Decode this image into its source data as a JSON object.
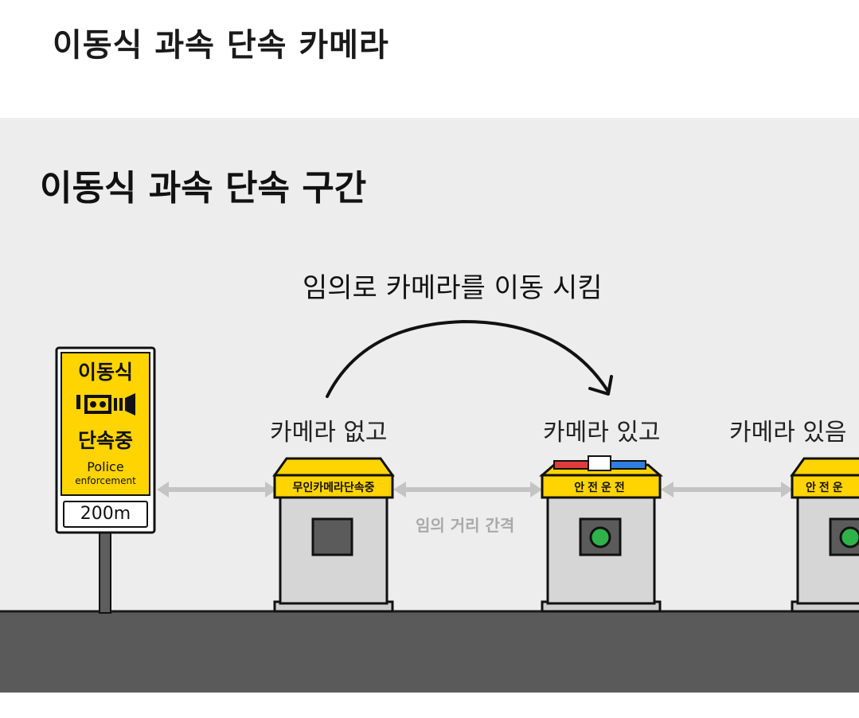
{
  "page": {
    "title": "이동식 과속 단속 카메라"
  },
  "diagram": {
    "title": "이동식 과속 단속 구간",
    "move_caption": "임의로 카메라를 이동 시킴",
    "labels": {
      "box1": "카메라 없고",
      "box2": "카메라 있고",
      "box3": "카메라 있음"
    },
    "gap_label": "임의 거리 간격",
    "sign": {
      "line1": "이동식",
      "line2": "단속중",
      "line3": "Police",
      "line4": "enforcement",
      "distance": "200m"
    },
    "box1_band": "무인카메라단속중",
    "box2_band": "안전운전",
    "box3_band": "안전운",
    "colors": {
      "panel": "#ededed",
      "road": "#5a5a5a",
      "yellow": "#ffd400",
      "box_gray": "#d6d6d6",
      "arrow_gray": "#c4c4c4",
      "lamp_red": "#e23b3b",
      "lamp_blue": "#2f7fe0",
      "lens_green": "#2fb24a"
    }
  }
}
